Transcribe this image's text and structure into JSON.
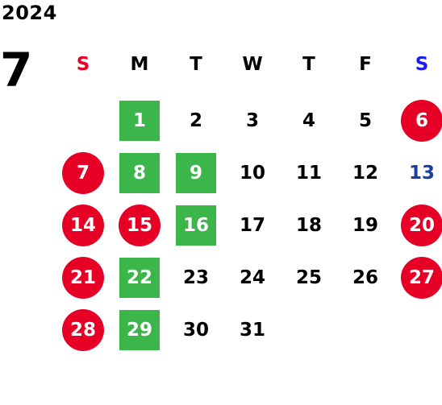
{
  "year": "2024",
  "month": "7",
  "weekdays": [
    {
      "label": "S",
      "color": "#e60026"
    },
    {
      "label": "M",
      "color": "#000000"
    },
    {
      "label": "T",
      "color": "#000000"
    },
    {
      "label": "W",
      "color": "#000000"
    },
    {
      "label": "T",
      "color": "#000000"
    },
    {
      "label": "F",
      "color": "#000000"
    },
    {
      "label": "S",
      "color": "#1a1aff"
    }
  ],
  "weeks": [
    [
      null,
      {
        "d": "1",
        "s": "green"
      },
      {
        "d": "2"
      },
      {
        "d": "3"
      },
      {
        "d": "4"
      },
      {
        "d": "5"
      },
      {
        "d": "6",
        "s": "red"
      }
    ],
    [
      {
        "d": "7",
        "s": "red"
      },
      {
        "d": "8",
        "s": "green"
      },
      {
        "d": "9",
        "s": "green"
      },
      {
        "d": "10"
      },
      {
        "d": "11"
      },
      {
        "d": "12"
      },
      {
        "d": "13",
        "s": "blue"
      }
    ],
    [
      {
        "d": "14",
        "s": "red"
      },
      {
        "d": "15",
        "s": "red"
      },
      {
        "d": "16",
        "s": "green"
      },
      {
        "d": "17"
      },
      {
        "d": "18"
      },
      {
        "d": "19"
      },
      {
        "d": "20",
        "s": "red"
      }
    ],
    [
      {
        "d": "21",
        "s": "red"
      },
      {
        "d": "22",
        "s": "green"
      },
      {
        "d": "23"
      },
      {
        "d": "24"
      },
      {
        "d": "25"
      },
      {
        "d": "26"
      },
      {
        "d": "27",
        "s": "red"
      }
    ],
    [
      {
        "d": "28",
        "s": "red"
      },
      {
        "d": "29",
        "s": "green"
      },
      {
        "d": "30"
      },
      {
        "d": "31"
      },
      null,
      null,
      null
    ]
  ]
}
